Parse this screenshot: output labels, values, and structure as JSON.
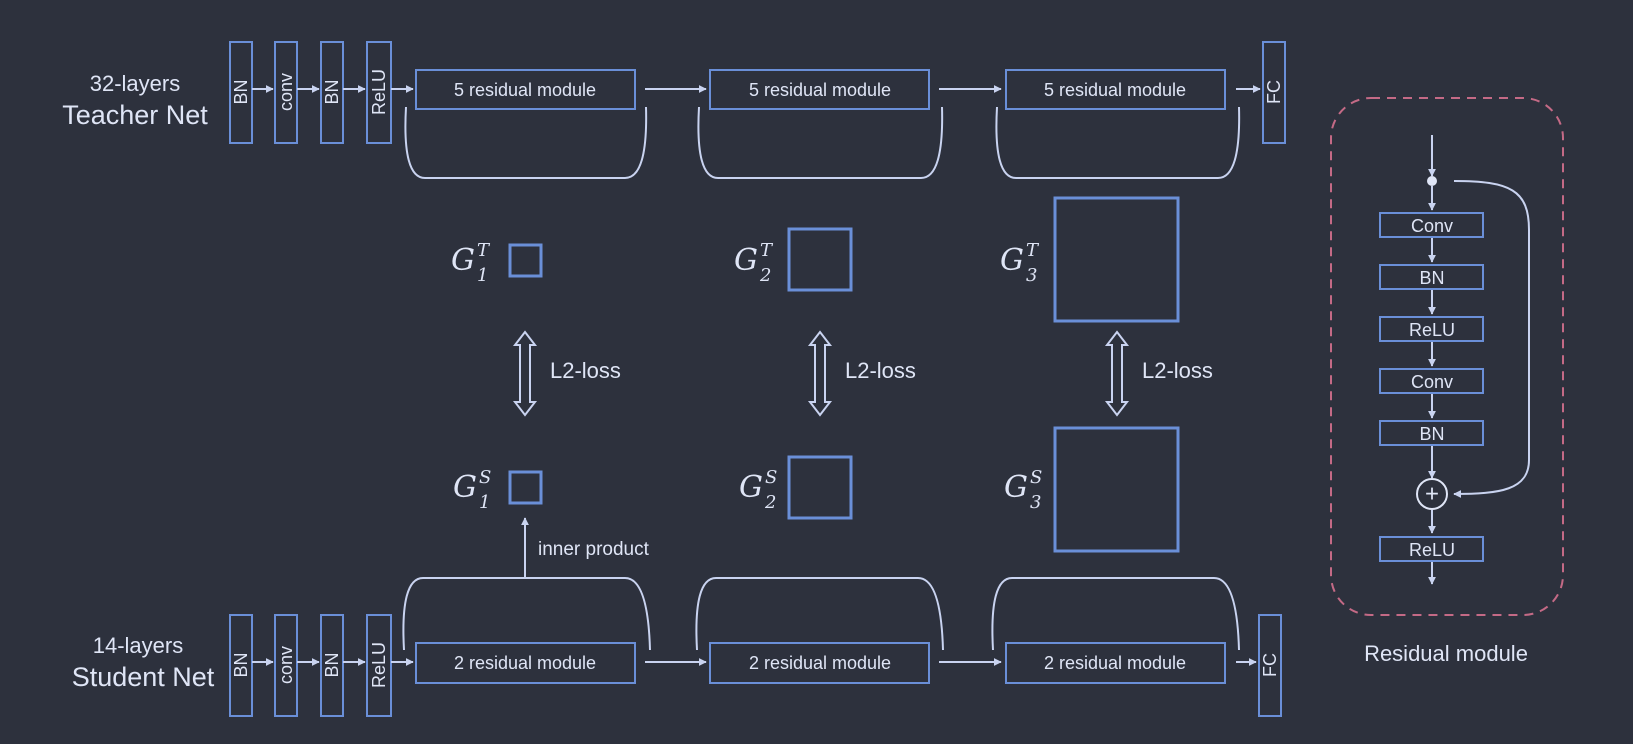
{
  "teacher": {
    "title_line1": "32-layers",
    "title_line2": "Teacher Net",
    "pre_layers": [
      "BN",
      "conv",
      "BN",
      "ReLU"
    ],
    "modules": [
      "5 residual module",
      "5 residual module",
      "5 residual module"
    ],
    "fc": "FC"
  },
  "student": {
    "title_line1": "14-layers",
    "title_line2": "Student Net",
    "pre_layers": [
      "BN",
      "conv",
      "BN",
      "ReLU"
    ],
    "modules": [
      "2 residual module",
      "2 residual module",
      "2 residual module"
    ],
    "fc": "FC"
  },
  "gram": {
    "symbol": "G",
    "teacher_sup": "T",
    "student_sup": "S",
    "indices": [
      "1",
      "2",
      "3"
    ]
  },
  "loss_label": "L2-loss",
  "inner_product_label": "inner product",
  "residual_module": {
    "caption": "Residual module",
    "layers": [
      "Conv",
      "BN",
      "ReLU",
      "Conv",
      "BN"
    ],
    "add_symbol": "+",
    "final_layer": "ReLU"
  },
  "colors": {
    "background": "#2d313d",
    "box_stroke": "#6a8fd8",
    "line": "#c9d3f0",
    "text": "#dfe5f6",
    "dashed_border": "#c46a86"
  }
}
